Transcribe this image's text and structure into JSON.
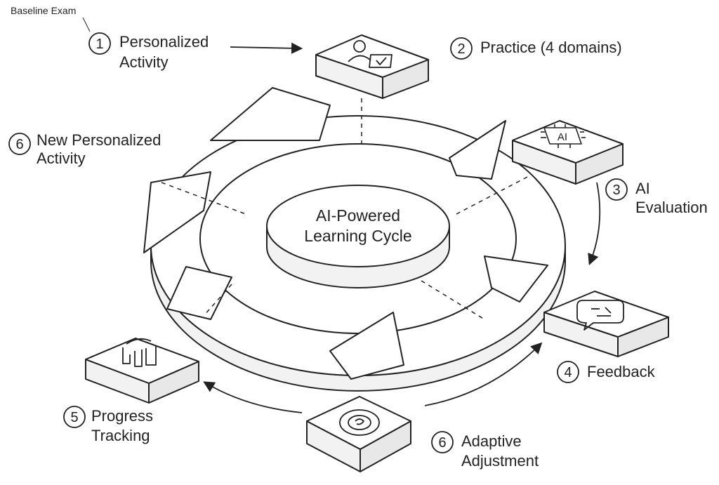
{
  "baseline_label": "Baseline Exam",
  "center": {
    "line1": "AI-Powered",
    "line2": "Learning Cycle"
  },
  "steps": [
    {
      "num": "1",
      "line1": "Personalized",
      "line2": "Activity",
      "icon": "person-check-icon"
    },
    {
      "num": "2",
      "line1": "Practice (4 domains)",
      "line2": "",
      "icon": "person-check-icon"
    },
    {
      "num": "3",
      "line1": "AI",
      "line2": "Evaluation",
      "icon": "ai-chip-icon",
      "icon_text": "AI"
    },
    {
      "num": "4",
      "line1": "Feedback",
      "line2": "",
      "icon": "chat-bubble-icon"
    },
    {
      "num": "6",
      "line1": "Adaptive",
      "line2": "Adjustment",
      "icon": "target-cycle-icon"
    },
    {
      "num": "5",
      "line1": "Progress",
      "line2": "Tracking",
      "icon": "progress-chart-icon"
    },
    {
      "num": "6",
      "line1": "New Personalized",
      "line2": "Activity",
      "icon": ""
    }
  ],
  "colors": {
    "stroke": "#222222",
    "fill": "#ffffff",
    "shade": "#f2f2f2"
  }
}
